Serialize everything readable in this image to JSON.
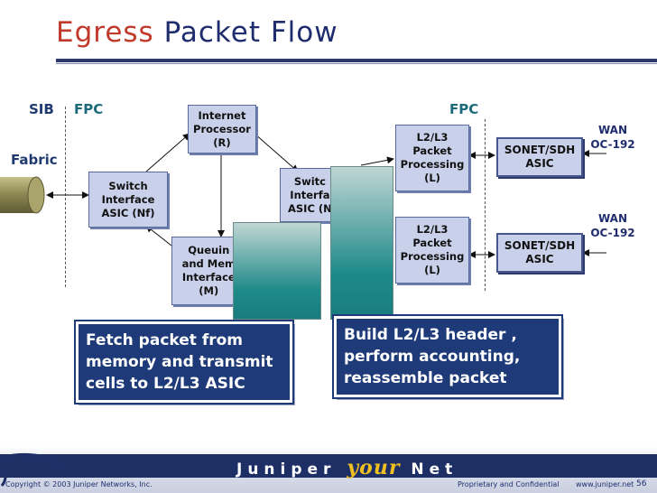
{
  "title": {
    "word1": "Egress",
    "word2": "Packet Flow"
  },
  "sections": {
    "sib": "SIB",
    "fpc_left": "FPC",
    "fpc_right": "FPC",
    "fabric": "Fabric"
  },
  "boxes": {
    "internet_processor": "Internet\nProcessor\n(R)",
    "switch_interface_left": "Switch\nInterface\nASIC (Nf)",
    "switch_interface_right": "Switc\nInterfa\nASIC (N",
    "queuing": "Queuin\nand Mem\nInterface\n(M)",
    "l2l3_top": "L2/L3\nPacket\nProcessing\n(L)",
    "l2l3_bottom": "L2/L3\nPacket\nProcessing\n(L)",
    "sonet_top": "SONET/SDH\nASIC",
    "sonet_bottom": "SONET/SDH\nASIC"
  },
  "wan": {
    "top": "WAN\nOC-192",
    "bottom": "WAN\nOC-192"
  },
  "callouts": {
    "left": "Fetch packet from\nmemory and transmit\ncells to L2/L3 ASIC",
    "right": "Build L2/L3 header ,\nperform accounting,\nreassemble packet"
  },
  "footer": {
    "copyright": "Copyright © 2003 Juniper Networks, Inc.",
    "brand_left": "Juniper",
    "brand_your": "your",
    "brand_right": "Net",
    "proprietary": "Proprietary and Confidential",
    "website": "www.juniper.net",
    "page": "56"
  },
  "colors": {
    "title_accent": "#c0392b",
    "title_main": "#1f2d6e",
    "box_fill": "#c9d1ea",
    "callout_fill": "#1e3a78",
    "bar_teal": "#1f8a8a"
  }
}
